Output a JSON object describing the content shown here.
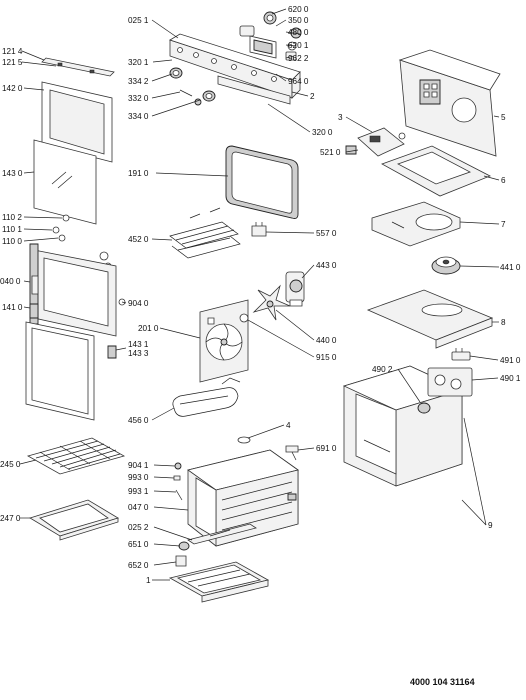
{
  "diagram": {
    "doc_number": "4000 104 31164",
    "labels": {
      "l0251": "025 1",
      "l6200": "620 0",
      "l3500": "350 0",
      "l4800": "480 0",
      "l6201": "620 1",
      "l9622": "962 2",
      "l3201": "320 1",
      "l9640": "964 0",
      "l3342": "334 2",
      "l2": "2",
      "l3320": "332 0",
      "l3340": "334 0",
      "l3200": "320 0",
      "l1214": "121 4",
      "l1215": "121 5",
      "l1420": "142 0",
      "l1430": "143 0",
      "l1910": "191 0",
      "l1102": "110 2",
      "l1101": "110 1",
      "l1100": "110 0",
      "l0400": "040 0",
      "l1410": "141 0",
      "l4520": "452 0",
      "l5570": "557 0",
      "l4430": "443 0",
      "l9040": "904 0",
      "l2010": "201 0",
      "l1431": "143 1",
      "l1433": "143 3",
      "l4400": "440 0",
      "l9150": "915 0",
      "l3": "3",
      "l5": "5",
      "l5210": "521 0",
      "l6": "6",
      "l7": "7",
      "l4410": "441 0",
      "l8": "8",
      "l4910": "491 0",
      "l4902": "490 2",
      "l4901": "490 1",
      "l9": "9",
      "l4560": "456 0",
      "l4": "4",
      "l6910": "691 0",
      "l2450": "245 0",
      "l9041": "904 1",
      "l9930": "993 0",
      "l9931": "993 1",
      "l0470": "047 0",
      "l2470": "247 0",
      "l0252": "025 2",
      "l6510": "651 0",
      "l6520": "652 0",
      "l1": "1"
    }
  }
}
